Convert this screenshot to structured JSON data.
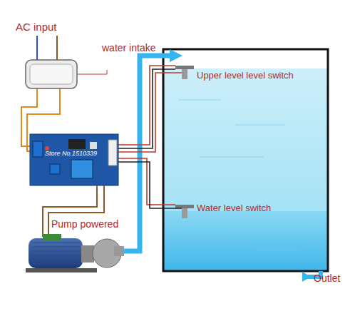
{
  "diagram": {
    "labels": [
      "AC input",
      "water intake",
      "Upper level level switch",
      "Water level switch",
      "Pump powered",
      "Outlet",
      "Store No.1510339"
    ]
  }
}
